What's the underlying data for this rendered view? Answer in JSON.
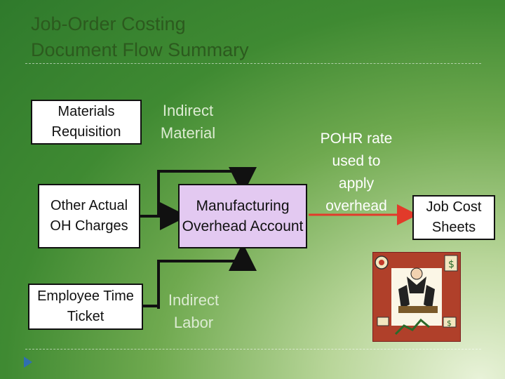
{
  "slide": {
    "title_line1": "Job-Order Costing",
    "title_line2": "Document Flow Summary"
  },
  "diagram": {
    "materials_requisition": "Materials Requisition",
    "indirect_material": "Indirect Material",
    "other_actual_oh": "Other Actual OH Charges",
    "manufacturing_overhead": "Manufacturing Overhead Account",
    "employee_time_ticket": "Employee Time Ticket",
    "indirect_labor": "Indirect Labor",
    "pohr_label": "POHR rate used to apply overhead",
    "job_cost_sheets": "Job Cost Sheets"
  },
  "colors": {
    "arrow_line": "#111111",
    "pohr_arrow": "#e23a2a",
    "overhead_box": "#e3c9f1"
  },
  "icons": {
    "bullet": "triangle-bullet-icon",
    "clipart": "businessman-clipart-icon"
  }
}
